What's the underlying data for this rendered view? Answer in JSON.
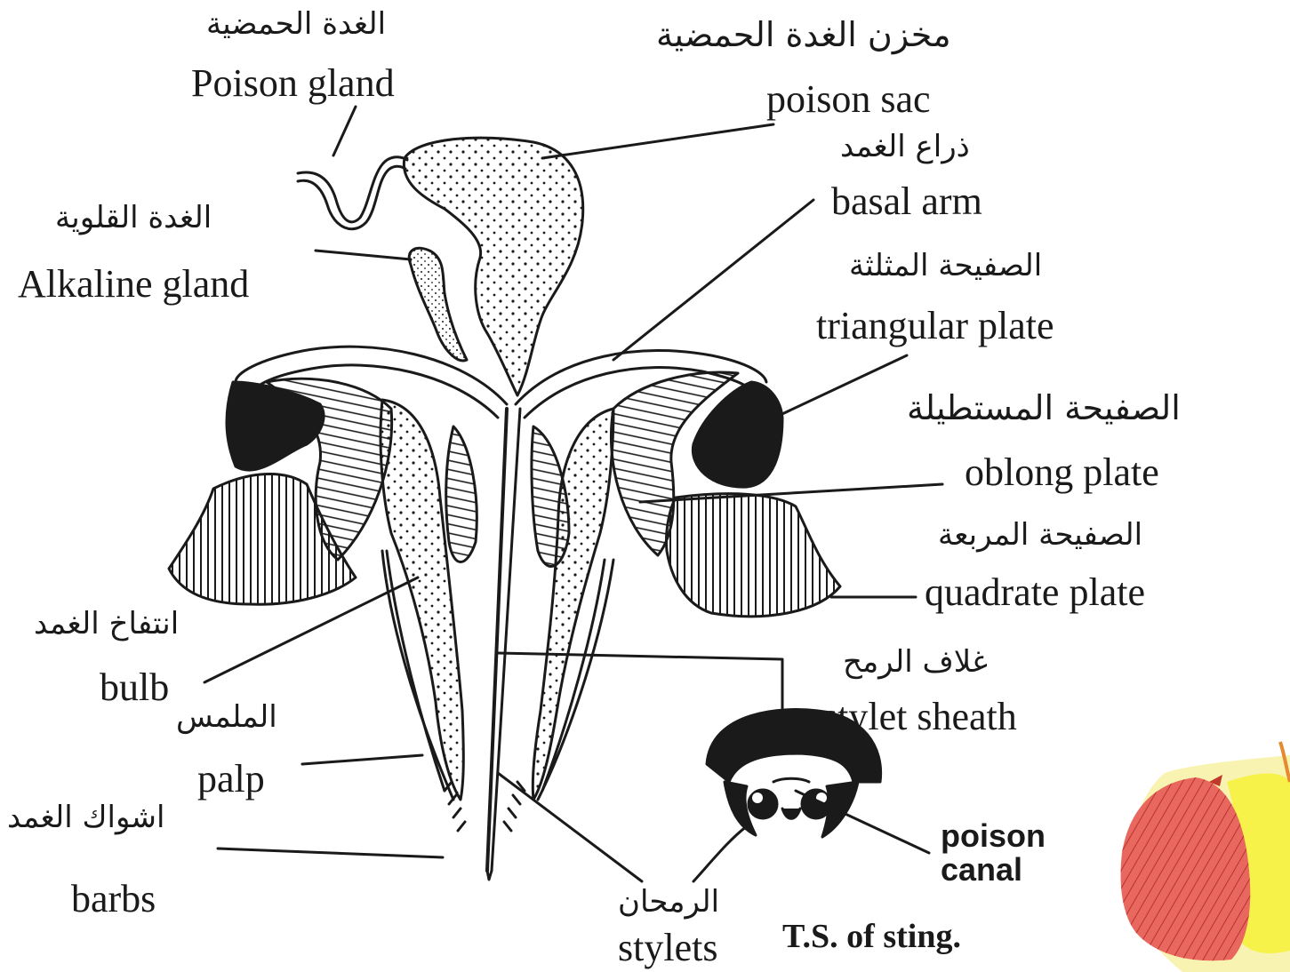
{
  "labels": {
    "poison_gland_ar": "الغدة الحمضية",
    "poison_gland_en": "Poison gland",
    "poison_sac_ar": "مخزن الغدة الحمضية",
    "poison_sac_en": "poison sac",
    "basal_arm_ar": "ذراع الغمد",
    "basal_arm_en": "basal arm",
    "alkaline_gland_ar": "الغدة القلوية",
    "alkaline_gland_en": "Alkaline gland",
    "triangular_plate_ar": "الصفيحة المثلثة",
    "triangular_plate_en": "triangular plate",
    "oblong_plate_ar": "الصفيحة المستطيلة",
    "oblong_plate_en": "oblong plate",
    "quadrate_plate_ar": "الصفيحة المربعة",
    "quadrate_plate_en": "quadrate plate",
    "bulb_ar": "انتفاخ الغمد",
    "bulb_en": "bulb",
    "palp_ar": "الملمس",
    "palp_en": "palp",
    "stylet_sheath_ar": "غلاف الرمح",
    "stylet_sheath_en": "stylet sheath",
    "barbs_ar": "اشواك الغمد",
    "barbs_en": "barbs",
    "stylets_ar": "الرمحان",
    "stylets_en": "stylets",
    "poison_canal_en": "poison\ncanal",
    "ts_caption": "T.S. of sting."
  },
  "colors": {
    "ink": "#1a1a1a",
    "inset_red": "#e8685f",
    "inset_yellow": "#f7f24a",
    "inset_light_yellow": "#f8f3b0"
  }
}
